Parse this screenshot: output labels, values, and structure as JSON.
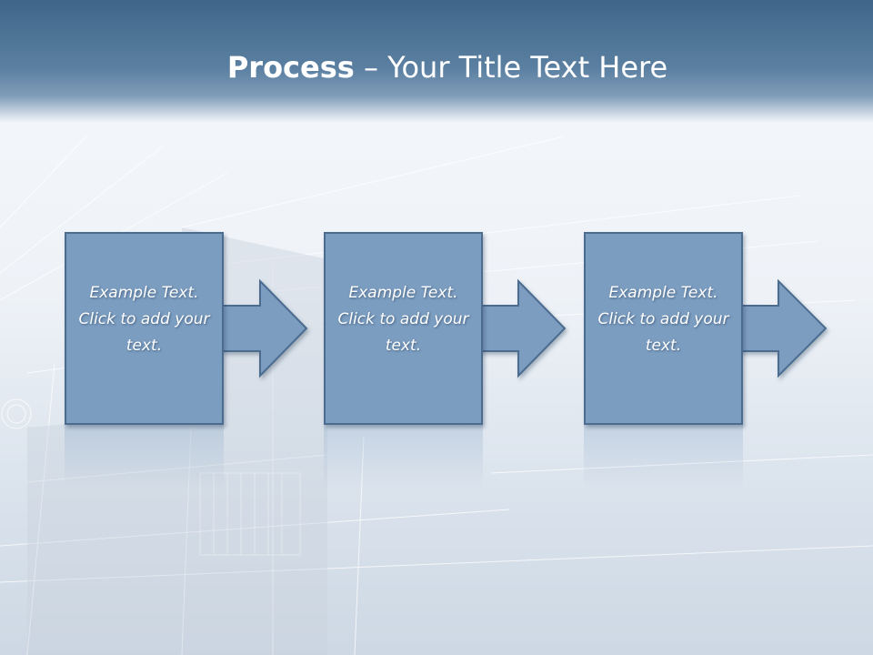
{
  "slide": {
    "title_bold": "Process",
    "title_rest": " – Your Title Text Here",
    "steps": [
      {
        "text": "Example Text. Click  to add your text."
      },
      {
        "text": "Example Text. Click  to add your text."
      },
      {
        "text": "Example Text. Click  to add your text."
      }
    ]
  },
  "colors": {
    "header": "#4a7196",
    "box_fill": "#7b9dc0",
    "box_border": "#4b6c8f",
    "text": "#ffffff"
  }
}
